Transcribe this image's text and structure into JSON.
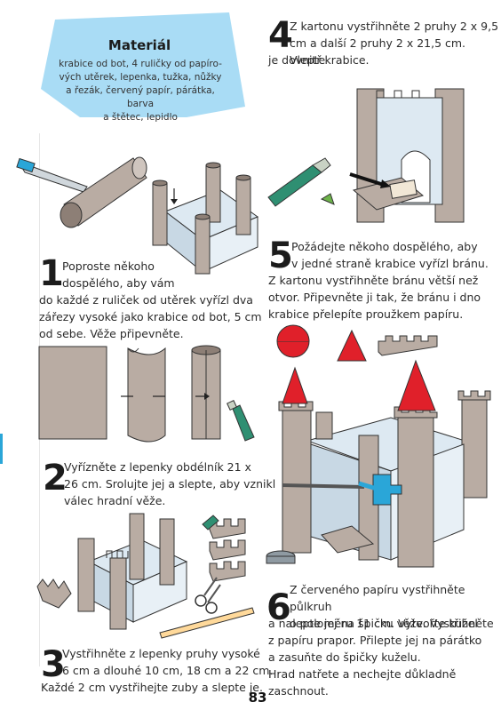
{
  "material": {
    "title": "Materiál",
    "lines": [
      "krabice od bot, 4 ruličky od papíro-",
      "vých utěrek, lepenka, tužka, nůžky",
      "a řezák, červený papír, párátka, barva",
      "a štětec, lepidlo"
    ]
  },
  "steps": {
    "s1": {
      "number": "1",
      "lines": [
        "Poproste někoho",
        "dospělého, aby vám",
        "do každé z ruliček od utěrek vyřízl dva",
        "zářezy vysoké jako krabice od bot, 5 cm",
        "od sebe. Věže připevněte."
      ]
    },
    "s2": {
      "number": "2",
      "lines": [
        "Vyřízněte z lepenky obdélník 21 x",
        "26 cm. Srolujte jej a slepte, aby vznikl",
        "válec hradní věže."
      ]
    },
    "s3": {
      "number": "3",
      "lines": [
        "Vystřihněte z lepenky pruhy vysoké",
        "6 cm a dlouhé 10 cm, 18 cm a 22 cm.",
        "Každé 2 cm vystřihejte zuby a slepte je."
      ]
    },
    "s4": {
      "number": "4",
      "lines": [
        "Z kartonu vystřihněte 2 pruhy 2 x 9,5",
        "cm a další 2 pruhy 2 x 21,5 cm. Vlepte",
        "je dovnitř krabice."
      ]
    },
    "s5": {
      "number": "5",
      "lines": [
        "Požádejte někoho dospělého, aby",
        "v jedné straně krabice vyřízl bránu.",
        "Z kartonu vystřihněte bránu větší než",
        "otvor. Připevněte ji tak, že bránu i dno",
        "krabice přelepíte proužkem papíru."
      ]
    },
    "s6": {
      "number": "6",
      "lines": [
        "Z červeného papíru vystřihněte půlkruh",
        "o poloměru 11 cm. Vytvořte kužel",
        "a nalepte jej na špičku věže. Vystřihněte",
        "z papíru prapor. Přilepte jej na párátko",
        "a zasuňte do špičky kuželu.",
        "Hrad natřete a nechejte důkladně zaschnout."
      ]
    }
  },
  "page_number": "83",
  "colors": {
    "material_bg": "#a9dcf5",
    "cardboard": "#b9aca3",
    "cardboard_dark": "#8d7f76",
    "box_blue": "#dde9f2",
    "red": "#e0202a",
    "glue_green": "#2f8f72"
  }
}
